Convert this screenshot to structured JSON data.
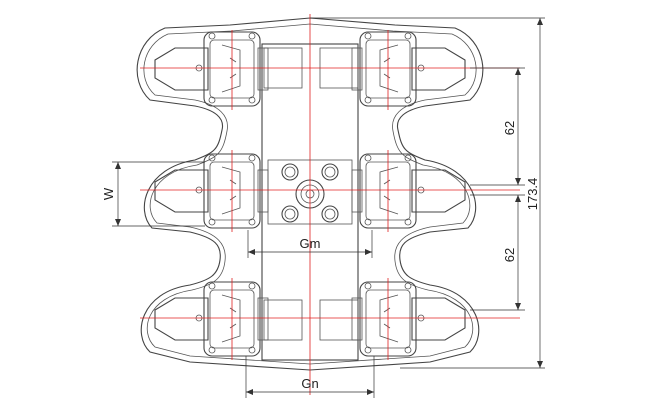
{
  "drawing": {
    "dimensions": {
      "pitch_upper": "62",
      "pitch_lower": "62",
      "overall": "173.4",
      "width": "W",
      "gm": "Gm",
      "gn": "Gn"
    },
    "colors": {
      "outline": "#444444",
      "centerline": "#e02020",
      "dimension": "#333333"
    }
  }
}
